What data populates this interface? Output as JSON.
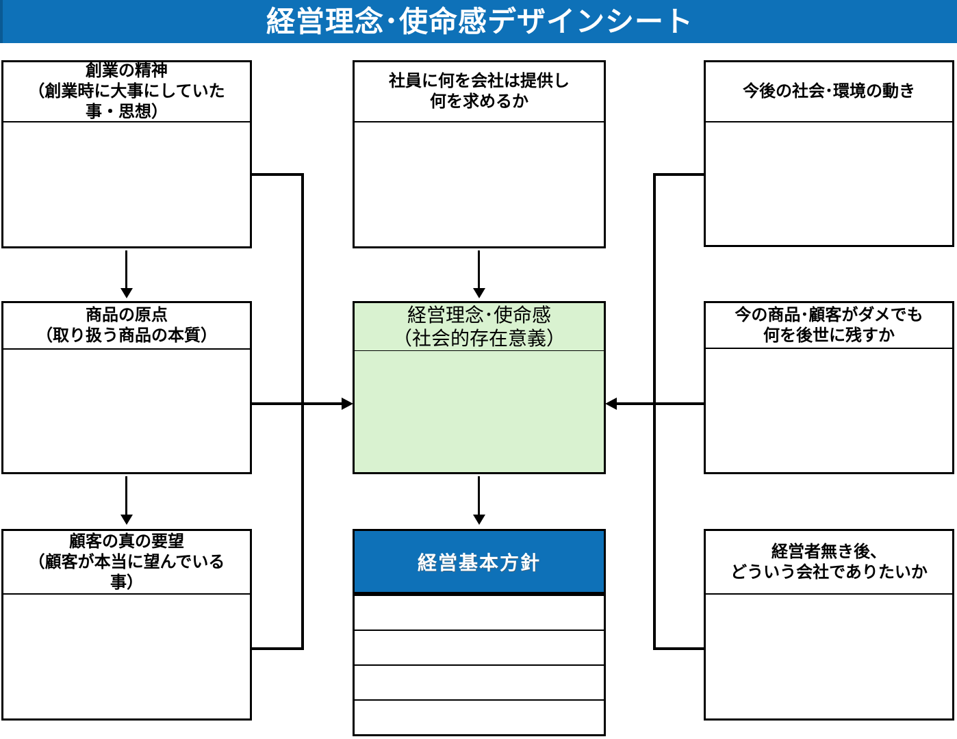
{
  "title_bar": {
    "text": "経営理念･使命感デザインシート"
  },
  "colors": {
    "accent_blue": "#0E71B8",
    "mission_green": "#D9F2D0",
    "line_black": "#000000"
  },
  "panels": {
    "founding_spirit": {
      "title": "創業の精神\n（創業時に大事にしていた\n事・思想）",
      "body": ""
    },
    "product_origin": {
      "title": "商品の原点\n（取り扱う商品の本質）",
      "body": ""
    },
    "customer_true_needs": {
      "title": "顧客の真の要望\n（顧客が本当に望んでいる\n事）",
      "body": ""
    },
    "employee_give_take": {
      "title": "社員に何を会社は提供し\n何を求めるか",
      "body": ""
    },
    "mission": {
      "title": "経営理念･使命感\n（社会的存在意義）",
      "body": ""
    },
    "future_society": {
      "title": "今後の社会･環境の動き",
      "body": ""
    },
    "legacy": {
      "title": "今の商品･顧客がダメでも\n何を後世に残すか",
      "body": ""
    },
    "after_founder": {
      "title": "経営者無き後、\nどういう会社でありたいか",
      "body": ""
    }
  },
  "policy": {
    "title": "経営基本方針",
    "rows": [
      "",
      "",
      "",
      ""
    ]
  },
  "icons": {
    "arrow_down": "▼",
    "arrow_right": "►",
    "arrow_left": "◄"
  }
}
